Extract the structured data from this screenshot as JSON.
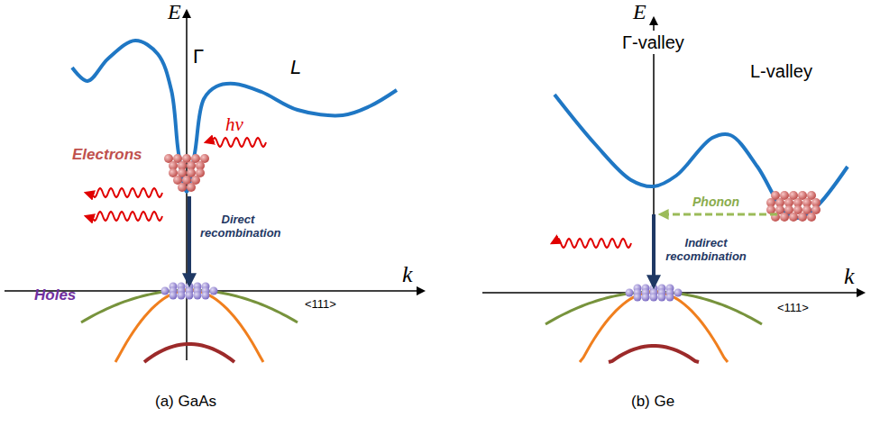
{
  "diagram": {
    "labels": [
      "E",
      "Γ",
      "L",
      "Electrons",
      "hν",
      "Direct recombination",
      "k",
      "Holes",
      "<111>",
      "(a) GaAs",
      "E",
      "Γ-valley",
      "L-valley",
      "Phonon",
      "Indirect recombination",
      "k",
      "<111>",
      "(b) Ge"
    ]
  }
}
